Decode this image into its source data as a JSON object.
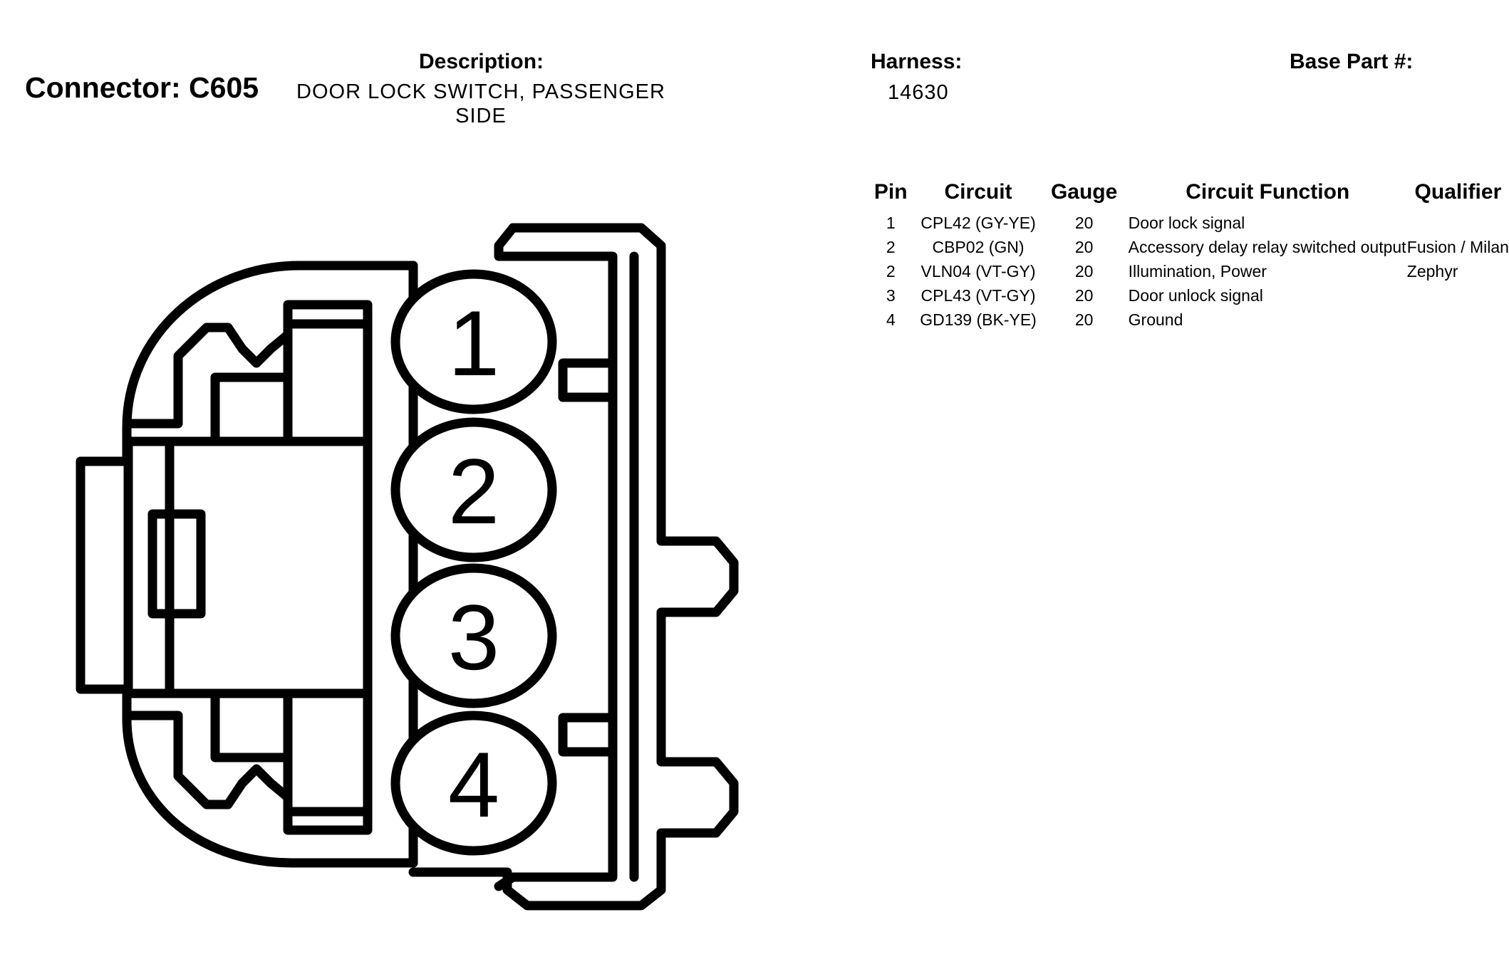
{
  "connector": {
    "title": "Connector: C605"
  },
  "description": {
    "label": "Description:",
    "value": "DOOR LOCK SWITCH, PASSENGER SIDE"
  },
  "harness": {
    "label": "Harness:",
    "value": "14630"
  },
  "base_part": {
    "label": "Base Part #:"
  },
  "pin_table": {
    "headers": {
      "pin": "Pin",
      "circuit": "Circuit",
      "gauge": "Gauge",
      "function": "Circuit Function",
      "qualifier": "Qualifier"
    },
    "rows": [
      {
        "pin": "1",
        "circuit": "CPL42 (GY-YE)",
        "gauge": "20",
        "function": "Door lock signal",
        "qualifier": ""
      },
      {
        "pin": "2",
        "circuit": "CBP02 (GN)",
        "gauge": "20",
        "function": "Accessory delay relay switched output",
        "qualifier": "Fusion / Milan"
      },
      {
        "pin": "2",
        "circuit": "VLN04 (VT-GY)",
        "gauge": "20",
        "function": "Illumination, Power",
        "qualifier": "Zephyr"
      },
      {
        "pin": "3",
        "circuit": "CPL43 (VT-GY)",
        "gauge": "20",
        "function": "Door unlock signal",
        "qualifier": ""
      },
      {
        "pin": "4",
        "circuit": "GD139 (BK-YE)",
        "gauge": "20",
        "function": "Ground",
        "qualifier": ""
      }
    ]
  },
  "diagram": {
    "pins": [
      {
        "number": "1"
      },
      {
        "number": "2"
      },
      {
        "number": "3"
      },
      {
        "number": "4"
      }
    ]
  }
}
